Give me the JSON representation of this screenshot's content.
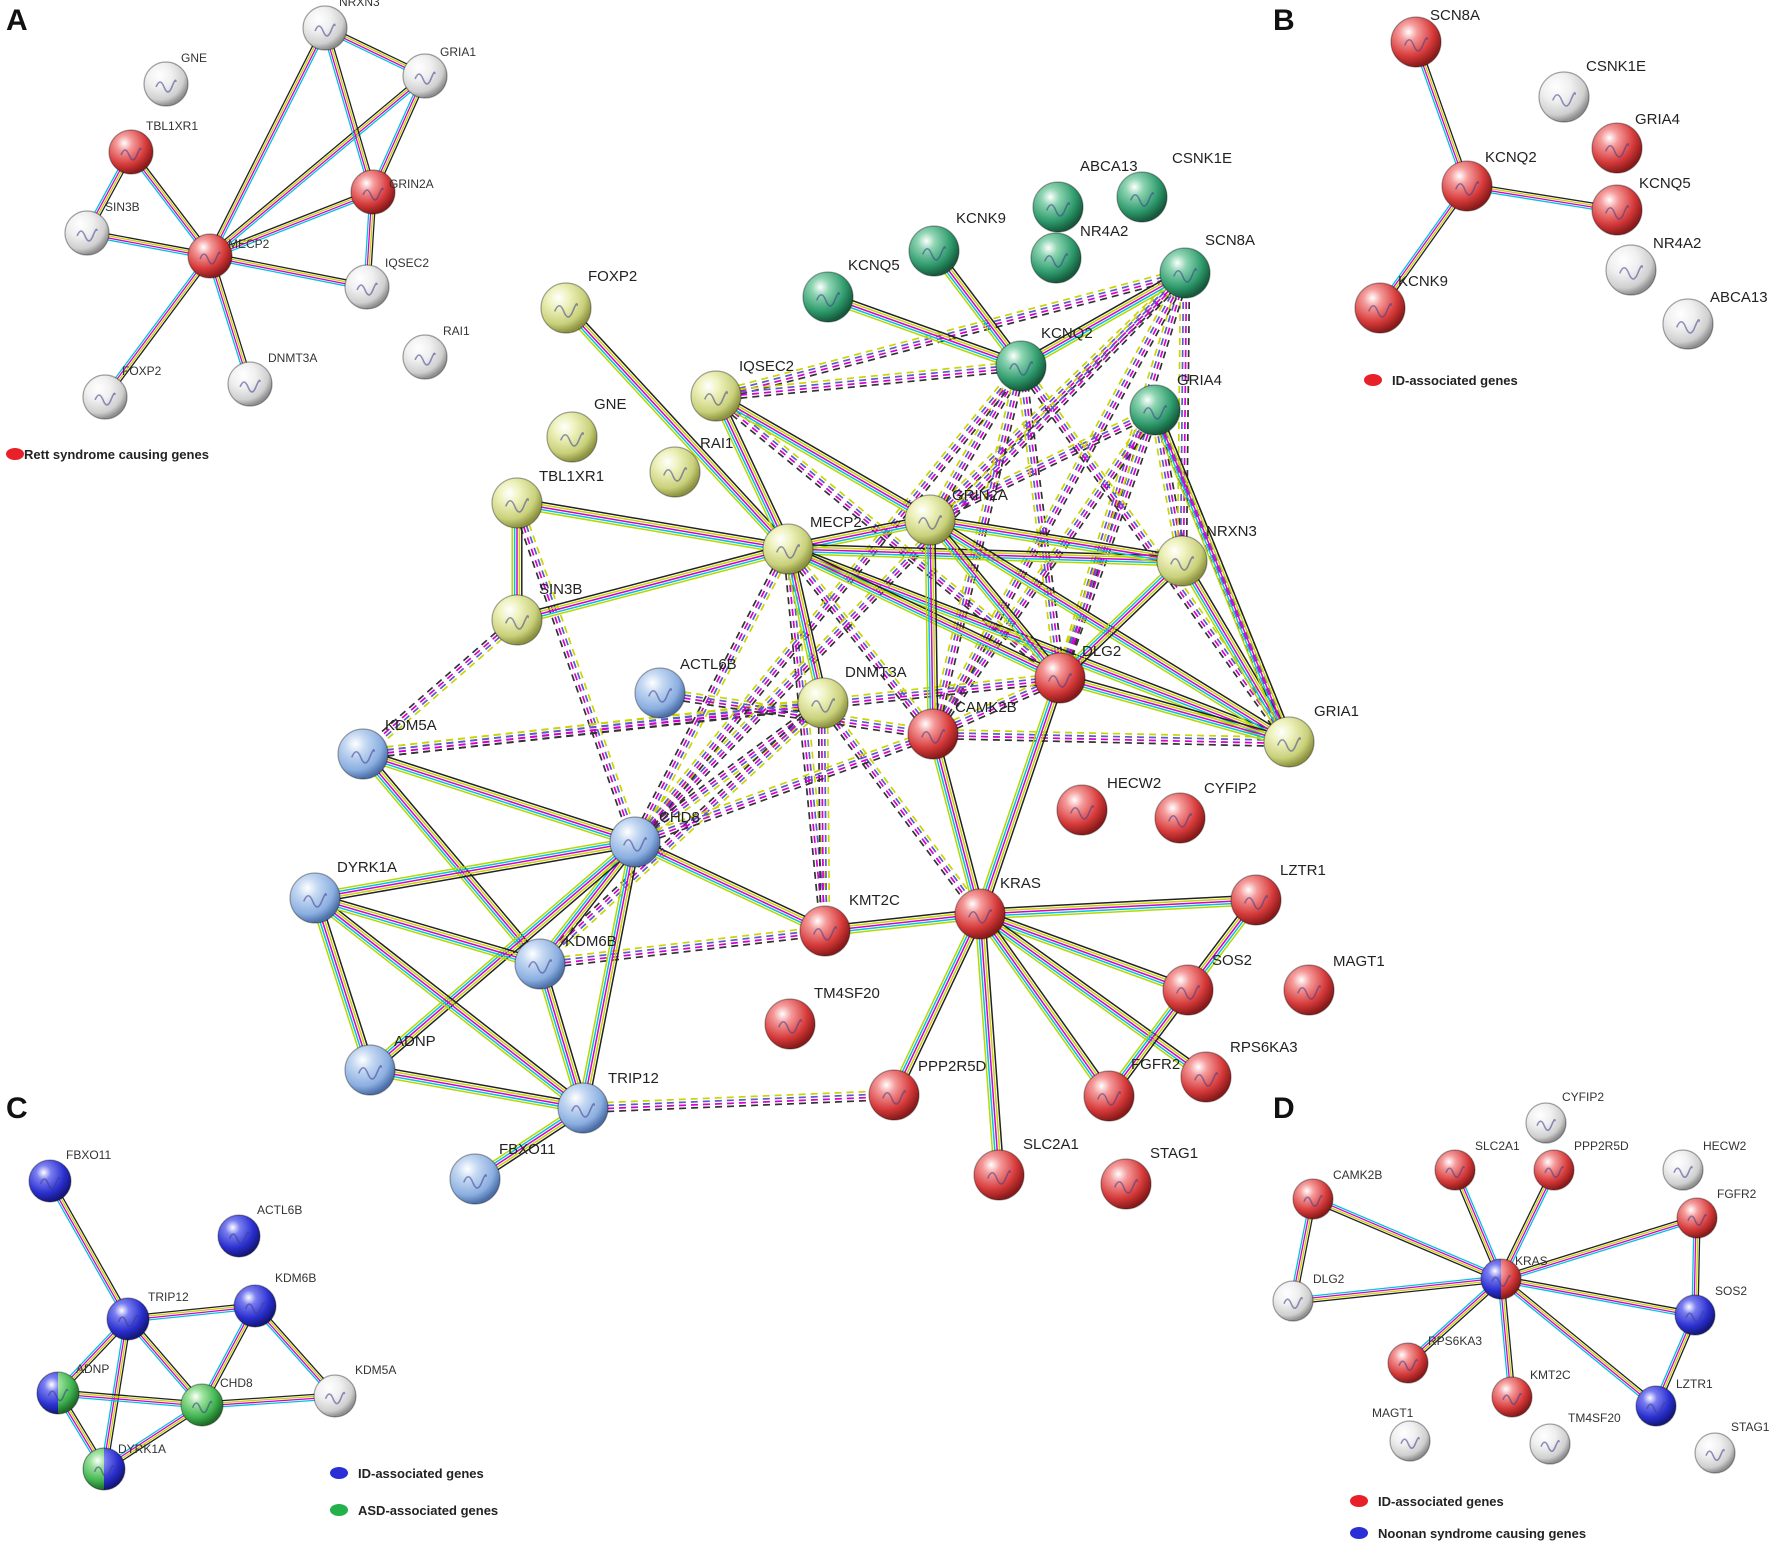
{
  "panels": [
    {
      "id": "A",
      "label": "A",
      "nodes": [
        {
          "id": "NRXN3",
          "color": "grey"
        },
        {
          "id": "GNE",
          "color": "grey"
        },
        {
          "id": "GRIA1",
          "color": "grey"
        },
        {
          "id": "TBL1XR1",
          "color": "red"
        },
        {
          "id": "GRIN2A",
          "color": "red"
        },
        {
          "id": "SIN3B",
          "color": "grey"
        },
        {
          "id": "MECP2",
          "color": "red"
        },
        {
          "id": "IQSEC2",
          "color": "grey"
        },
        {
          "id": "RAI1",
          "color": "grey"
        },
        {
          "id": "DNMT3A",
          "color": "grey"
        },
        {
          "id": "FOXP2",
          "color": "grey"
        }
      ],
      "edges": [
        [
          "TBL1XR1",
          "MECP2"
        ],
        [
          "SIN3B",
          "MECP2"
        ],
        [
          "MECP2",
          "GRIN2A"
        ],
        [
          "MECP2",
          "GRIA1"
        ],
        [
          "MECP2",
          "NRXN3"
        ],
        [
          "MECP2",
          "IQSEC2"
        ],
        [
          "MECP2",
          "DNMT3A"
        ],
        [
          "MECP2",
          "FOXP2"
        ],
        [
          "NRXN3",
          "GRIA1"
        ],
        [
          "NRXN3",
          "GRIN2A"
        ],
        [
          "GRIA1",
          "GRIN2A"
        ],
        [
          "GRIN2A",
          "IQSEC2"
        ],
        [
          "TBL1XR1",
          "SIN3B"
        ]
      ],
      "legend": [
        {
          "color": "red",
          "text": "Rett syndrome causing genes"
        }
      ]
    },
    {
      "id": "B",
      "label": "B",
      "nodes": [
        {
          "id": "SCN8A",
          "color": "red"
        },
        {
          "id": "CSNK1E",
          "color": "grey"
        },
        {
          "id": "GRIA4",
          "color": "red"
        },
        {
          "id": "KCNQ2",
          "color": "red"
        },
        {
          "id": "KCNQ5",
          "color": "red"
        },
        {
          "id": "NR4A2",
          "color": "grey"
        },
        {
          "id": "KCNK9",
          "color": "red"
        },
        {
          "id": "ABCA13",
          "color": "grey"
        }
      ],
      "edges": [
        [
          "SCN8A",
          "KCNQ2"
        ],
        [
          "KCNQ2",
          "KCNQ5"
        ],
        [
          "KCNQ2",
          "KCNK9"
        ]
      ],
      "legend": [
        {
          "color": "red",
          "text": "ID-associated genes"
        }
      ]
    },
    {
      "id": "C",
      "label": "C",
      "nodes": [
        {
          "id": "FBXO11",
          "color": "blue"
        },
        {
          "id": "ACTL6B",
          "color": "blue"
        },
        {
          "id": "TRIP12",
          "color": "blue"
        },
        {
          "id": "KDM6B",
          "color": "blue"
        },
        {
          "id": "ADNP",
          "color": "blue-green"
        },
        {
          "id": "CHD8",
          "color": "green"
        },
        {
          "id": "KDM5A",
          "color": "grey"
        },
        {
          "id": "DYRK1A",
          "color": "green-blue"
        }
      ],
      "edges": [
        [
          "FBXO11",
          "TRIP12"
        ],
        [
          "TRIP12",
          "KDM6B"
        ],
        [
          "TRIP12",
          "ADNP"
        ],
        [
          "TRIP12",
          "CHD8"
        ],
        [
          "TRIP12",
          "DYRK1A"
        ],
        [
          "KDM6B",
          "CHD8"
        ],
        [
          "KDM6B",
          "KDM5A"
        ],
        [
          "CHD8",
          "KDM5A"
        ],
        [
          "ADNP",
          "CHD8"
        ],
        [
          "ADNP",
          "DYRK1A"
        ],
        [
          "CHD8",
          "DYRK1A"
        ]
      ],
      "legend": [
        {
          "color": "blue",
          "text": "ID-associated genes"
        },
        {
          "color": "green",
          "text": "ASD-associated genes"
        }
      ]
    },
    {
      "id": "D",
      "label": "D",
      "nodes": [
        {
          "id": "CYFIP2",
          "color": "grey"
        },
        {
          "id": "SLC2A1",
          "color": "red"
        },
        {
          "id": "PPP2R5D",
          "color": "red"
        },
        {
          "id": "HECW2",
          "color": "grey"
        },
        {
          "id": "CAMK2B",
          "color": "red"
        },
        {
          "id": "FGFR2",
          "color": "red"
        },
        {
          "id": "KRAS",
          "color": "blue-red"
        },
        {
          "id": "DLG2",
          "color": "grey"
        },
        {
          "id": "SOS2",
          "color": "blue"
        },
        {
          "id": "RPS6KA3",
          "color": "red"
        },
        {
          "id": "KMT2C",
          "color": "red"
        },
        {
          "id": "LZTR1",
          "color": "blue"
        },
        {
          "id": "MAGT1",
          "color": "grey"
        },
        {
          "id": "TM4SF20",
          "color": "grey"
        },
        {
          "id": "STAG1",
          "color": "grey"
        }
      ],
      "edges": [
        [
          "KRAS",
          "SLC2A1"
        ],
        [
          "KRAS",
          "PPP2R5D"
        ],
        [
          "KRAS",
          "FGFR2"
        ],
        [
          "KRAS",
          "SOS2"
        ],
        [
          "KRAS",
          "LZTR1"
        ],
        [
          "KRAS",
          "KMT2C"
        ],
        [
          "KRAS",
          "RPS6KA3"
        ],
        [
          "KRAS",
          "DLG2"
        ],
        [
          "KRAS",
          "CAMK2B"
        ],
        [
          "CAMK2B",
          "DLG2"
        ],
        [
          "FGFR2",
          "SOS2"
        ],
        [
          "SOS2",
          "LZTR1"
        ]
      ],
      "legend": [
        {
          "color": "red",
          "text": "ID-associated genes"
        },
        {
          "color": "blue",
          "text": "Noonan syndrome causing genes"
        }
      ]
    }
  ],
  "main_network": {
    "nodes": [
      {
        "id": "SCN8A",
        "color": "green"
      },
      {
        "id": "CSNK1E",
        "color": "green"
      },
      {
        "id": "ABCA13",
        "color": "green"
      },
      {
        "id": "KCNK9",
        "color": "green"
      },
      {
        "id": "NR4A2",
        "color": "green"
      },
      {
        "id": "KCNQ5",
        "color": "green"
      },
      {
        "id": "KCNQ2",
        "color": "green"
      },
      {
        "id": "GRIA4",
        "color": "green"
      },
      {
        "id": "FOXP2",
        "color": "olive"
      },
      {
        "id": "IQSEC2",
        "color": "olive"
      },
      {
        "id": "GNE",
        "color": "olive"
      },
      {
        "id": "RAI1",
        "color": "olive"
      },
      {
        "id": "TBL1XR1",
        "color": "olive"
      },
      {
        "id": "MECP2",
        "color": "olive"
      },
      {
        "id": "GRIN2A",
        "color": "olive"
      },
      {
        "id": "NRXN3",
        "color": "olive"
      },
      {
        "id": "SIN3B",
        "color": "olive"
      },
      {
        "id": "DNMT3A",
        "color": "olive"
      },
      {
        "id": "GRIA1",
        "color": "olive"
      },
      {
        "id": "ACTL6B",
        "color": "blue"
      },
      {
        "id": "KDM5A",
        "color": "blue"
      },
      {
        "id": "CHD8",
        "color": "blue"
      },
      {
        "id": "DYRK1A",
        "color": "blue"
      },
      {
        "id": "KDM6B",
        "color": "blue"
      },
      {
        "id": "ADNP",
        "color": "blue"
      },
      {
        "id": "TRIP12",
        "color": "blue"
      },
      {
        "id": "FBXO11",
        "color": "blue"
      },
      {
        "id": "DLG2",
        "color": "red"
      },
      {
        "id": "CAMK2B",
        "color": "red"
      },
      {
        "id": "HECW2",
        "color": "red"
      },
      {
        "id": "CYFIP2",
        "color": "red"
      },
      {
        "id": "LZTR1",
        "color": "red"
      },
      {
        "id": "KMT2C",
        "color": "red"
      },
      {
        "id": "KRAS",
        "color": "red"
      },
      {
        "id": "SOS2",
        "color": "red"
      },
      {
        "id": "MAGT1",
        "color": "red"
      },
      {
        "id": "TM4SF20",
        "color": "red"
      },
      {
        "id": "RPS6KA3",
        "color": "red"
      },
      {
        "id": "FGFR2",
        "color": "red"
      },
      {
        "id": "PPP2R5D",
        "color": "red"
      },
      {
        "id": "SLC2A1",
        "color": "red"
      },
      {
        "id": "STAG1",
        "color": "red"
      }
    ],
    "solid_edges": [
      [
        "FOXP2",
        "MECP2"
      ],
      [
        "IQSEC2",
        "MECP2"
      ],
      [
        "IQSEC2",
        "GRIN2A"
      ],
      [
        "TBL1XR1",
        "MECP2"
      ],
      [
        "TBL1XR1",
        "SIN3B"
      ],
      [
        "SIN3B",
        "MECP2"
      ],
      [
        "MECP2",
        "GRIN2A"
      ],
      [
        "MECP2",
        "NRXN3"
      ],
      [
        "MECP2",
        "DNMT3A"
      ],
      [
        "MECP2",
        "GRIA1"
      ],
      [
        "MECP2",
        "DLG2"
      ],
      [
        "GRIN2A",
        "NRXN3"
      ],
      [
        "GRIN2A",
        "GRIA1"
      ],
      [
        "GRIN2A",
        "DLG2"
      ],
      [
        "GRIN2A",
        "CAMK2B"
      ],
      [
        "NRXN3",
        "GRIA1"
      ],
      [
        "NRXN3",
        "DLG2"
      ],
      [
        "DLG2",
        "GRIA1"
      ],
      [
        "KCNQ5",
        "KCNQ2"
      ],
      [
        "KCNK9",
        "KCNQ2"
      ],
      [
        "KCNQ2",
        "SCN8A"
      ],
      [
        "GRIA4",
        "GRIA1"
      ],
      [
        "CAMK2B",
        "KRAS"
      ],
      [
        "DLG2",
        "KRAS"
      ],
      [
        "KDM5A",
        "CHD8"
      ],
      [
        "KDM5A",
        "KDM6B"
      ],
      [
        "CHD8",
        "DYRK1A"
      ],
      [
        "CHD8",
        "KDM6B"
      ],
      [
        "CHD8",
        "ADNP"
      ],
      [
        "CHD8",
        "TRIP12"
      ],
      [
        "CHD8",
        "KMT2C"
      ],
      [
        "DYRK1A",
        "ADNP"
      ],
      [
        "DYRK1A",
        "TRIP12"
      ],
      [
        "DYRK1A",
        "KDM6B"
      ],
      [
        "KDM6B",
        "TRIP12"
      ],
      [
        "ADNP",
        "TRIP12"
      ],
      [
        "TRIP12",
        "FBXO11"
      ],
      [
        "KMT2C",
        "KRAS"
      ],
      [
        "KRAS",
        "LZTR1"
      ],
      [
        "KRAS",
        "SOS2"
      ],
      [
        "KRAS",
        "RPS6KA3"
      ],
      [
        "KRAS",
        "FGFR2"
      ],
      [
        "KRAS",
        "PPP2R5D"
      ],
      [
        "KRAS",
        "SLC2A1"
      ],
      [
        "SOS2",
        "LZTR1"
      ],
      [
        "SOS2",
        "FGFR2"
      ]
    ],
    "dashed_edges": [
      [
        "IQSEC2",
        "SCN8A"
      ],
      [
        "IQSEC2",
        "KCNQ2"
      ],
      [
        "IQSEC2",
        "DLG2"
      ],
      [
        "GRIN2A",
        "SCN8A"
      ],
      [
        "GRIN2A",
        "KCNQ2"
      ],
      [
        "GRIN2A",
        "GRIA4"
      ],
      [
        "NRXN3",
        "GRIA4"
      ],
      [
        "NRXN3",
        "SCN8A"
      ],
      [
        "DLG2",
        "SCN8A"
      ],
      [
        "DLG2",
        "KCNQ2"
      ],
      [
        "DLG2",
        "GRIA4"
      ],
      [
        "CAMK2B",
        "GRIA4"
      ],
      [
        "CAMK2B",
        "SCN8A"
      ],
      [
        "CAMK2B",
        "KCNQ2"
      ],
      [
        "CAMK2B",
        "GRIA1"
      ],
      [
        "GRIA4",
        "GRIA1"
      ],
      [
        "KCNQ2",
        "GRIA1"
      ],
      [
        "MECP2",
        "CHD8"
      ],
      [
        "MECP2",
        "KMT2C"
      ],
      [
        "MECP2",
        "CAMK2B"
      ],
      [
        "TBL1XR1",
        "CHD8"
      ],
      [
        "SIN3B",
        "KDM5A"
      ],
      [
        "KDM5A",
        "DNMT3A"
      ],
      [
        "KDM5A",
        "DLG2"
      ],
      [
        "DNMT3A",
        "KMT2C"
      ],
      [
        "DNMT3A",
        "CHD8"
      ],
      [
        "DNMT3A",
        "KRAS"
      ],
      [
        "DNMT3A",
        "KDM6B"
      ],
      [
        "ACTL6B",
        "CAMK2B"
      ],
      [
        "CHD8",
        "SCN8A"
      ],
      [
        "CHD8",
        "CAMK2B"
      ],
      [
        "KDM6B",
        "KMT2C"
      ],
      [
        "TRIP12",
        "PPP2R5D"
      ],
      [
        "CHD8",
        "KCNQ2"
      ],
      [
        "CAMK2B",
        "DLG2"
      ]
    ]
  }
}
